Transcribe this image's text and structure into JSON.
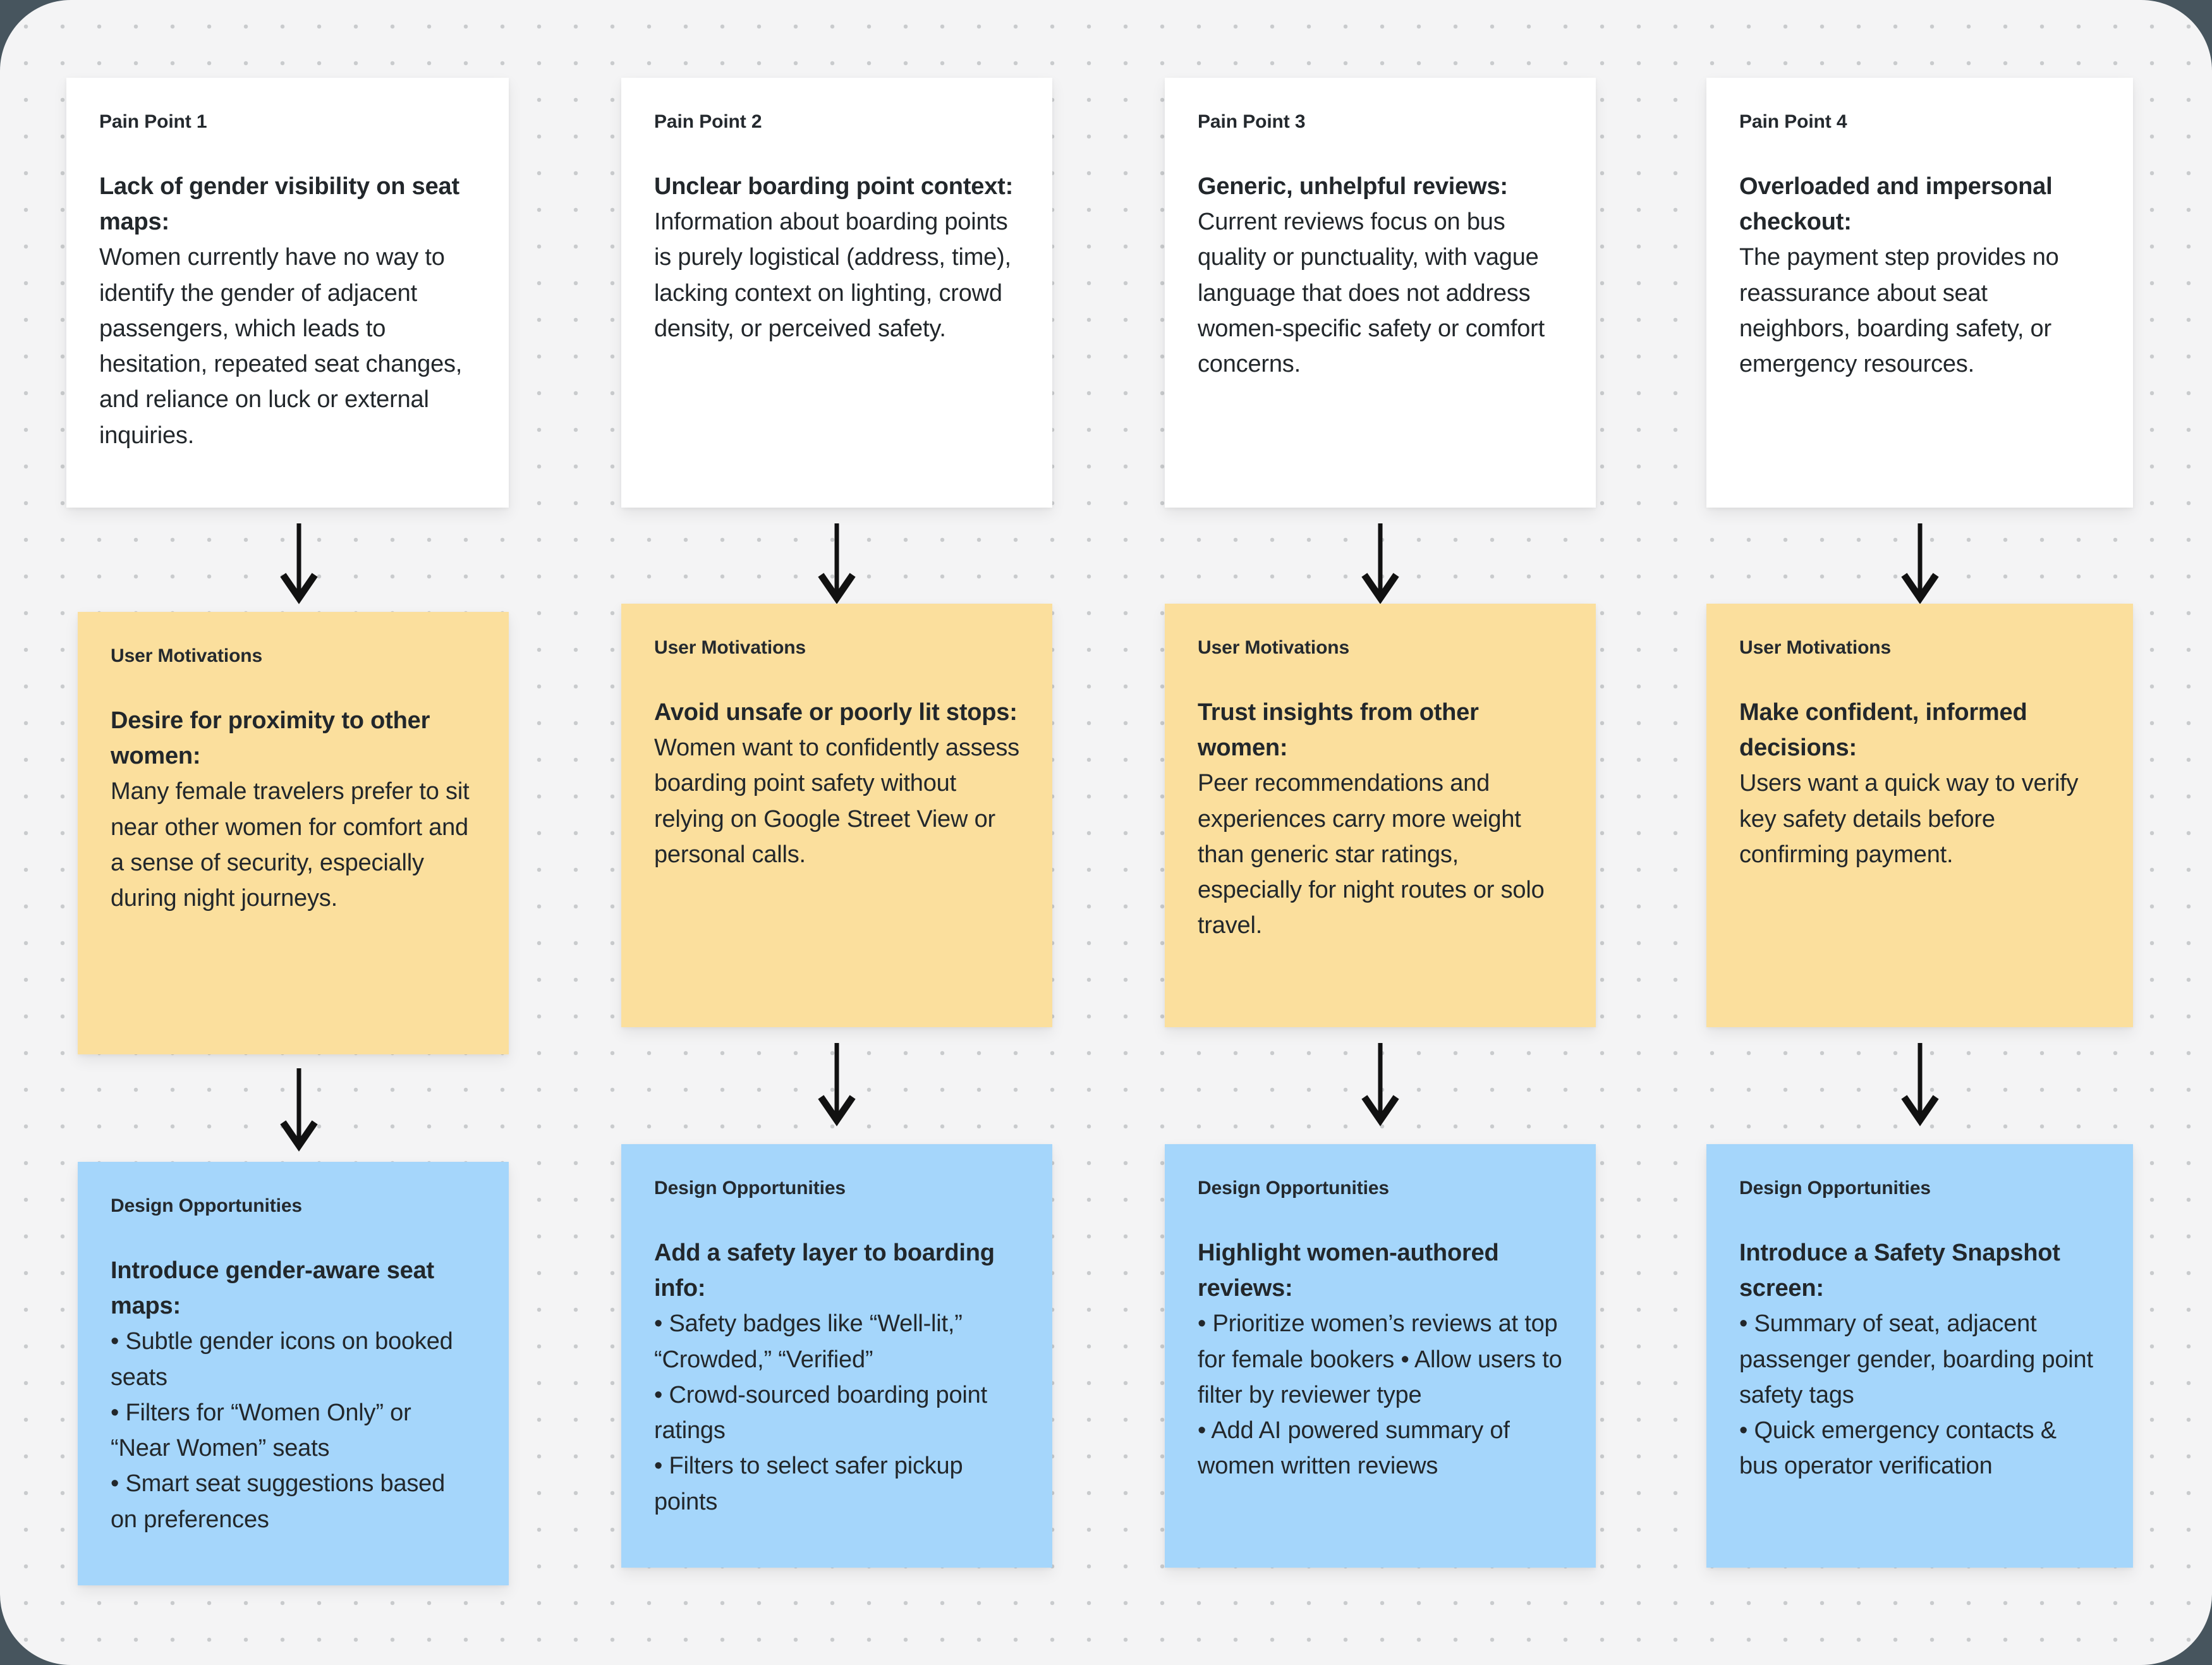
{
  "board": {
    "background_color": "#f4f4f5",
    "frame_color": "#47555e",
    "dot_color": "#c9cbcd"
  },
  "colors": {
    "pain_point_card": "#ffffff",
    "user_motivation_card": "#fbdf9d",
    "design_opportunity_card": "#a5d6fb",
    "arrow": "#111111",
    "text": "#22272b"
  },
  "columns": [
    {
      "pain_point": {
        "kicker": "Pain Point 1",
        "heading": "Lack of gender visibility on seat maps:",
        "body": "Women currently have no way to identify the gender of adjacent passengers, which leads to hesitation, repeated seat changes, and reliance on luck or external inquiries."
      },
      "user_motivation": {
        "kicker": "User Motivations",
        "heading": "Desire for proximity to other women:",
        "body": "Many female travelers prefer to sit near other women for comfort and a sense of security, especially during night journeys."
      },
      "design_opportunity": {
        "kicker": "Design Opportunities",
        "heading": "Introduce gender-aware seat maps:",
        "body": "• Subtle gender icons on booked seats\n• Filters for “Women Only” or “Near Women” seats\n• Smart seat suggestions based on preferences"
      }
    },
    {
      "pain_point": {
        "kicker": "Pain Point 2",
        "heading": "Unclear boarding point context:",
        "body": "Information about boarding points is purely logistical (address, time), lacking context on lighting, crowd density, or perceived safety."
      },
      "user_motivation": {
        "kicker": "User Motivations",
        "heading": "Avoid unsafe or poorly lit stops:",
        "body": "Women want to confidently assess boarding point safety without relying on Google Street View or personal calls."
      },
      "design_opportunity": {
        "kicker": "Design Opportunities",
        "heading": "Add a safety layer to boarding info:",
        "body": "• Safety badges like “Well-lit,” “Crowded,” “Verified”\n• Crowd-sourced boarding point ratings\n• Filters to select safer pickup points"
      }
    },
    {
      "pain_point": {
        "kicker": "Pain Point 3",
        "heading": "Generic, unhelpful reviews:",
        "body": "Current reviews focus on bus quality or punctuality, with vague language that does not address women-specific safety or comfort concerns."
      },
      "user_motivation": {
        "kicker": "User Motivations",
        "heading": "Trust insights from other women:",
        "body": "Peer recommendations and experiences carry more weight than generic star ratings, especially for night routes or solo travel."
      },
      "design_opportunity": {
        "kicker": "Design Opportunities",
        "heading": "Highlight women-authored reviews:",
        "body": "• Prioritize women’s reviews at top for female bookers • Allow users to filter by reviewer type\n• Add AI powered summary of women written reviews"
      }
    },
    {
      "pain_point": {
        "kicker": "Pain Point 4",
        "heading": "Overloaded and impersonal checkout:",
        "body": "The payment step provides no reassurance about seat neighbors, boarding safety, or emergency resources."
      },
      "user_motivation": {
        "kicker": "User Motivations",
        "heading": "Make confident, informed decisions:",
        "body": "Users want a quick way to verify key safety details before confirming payment."
      },
      "design_opportunity": {
        "kicker": "Design Opportunities",
        "heading": "Introduce a Safety Snapshot screen:",
        "body": "• Summary of seat, adjacent passenger gender, boarding point safety tags\n• Quick emergency contacts & bus operator verification"
      }
    }
  ]
}
